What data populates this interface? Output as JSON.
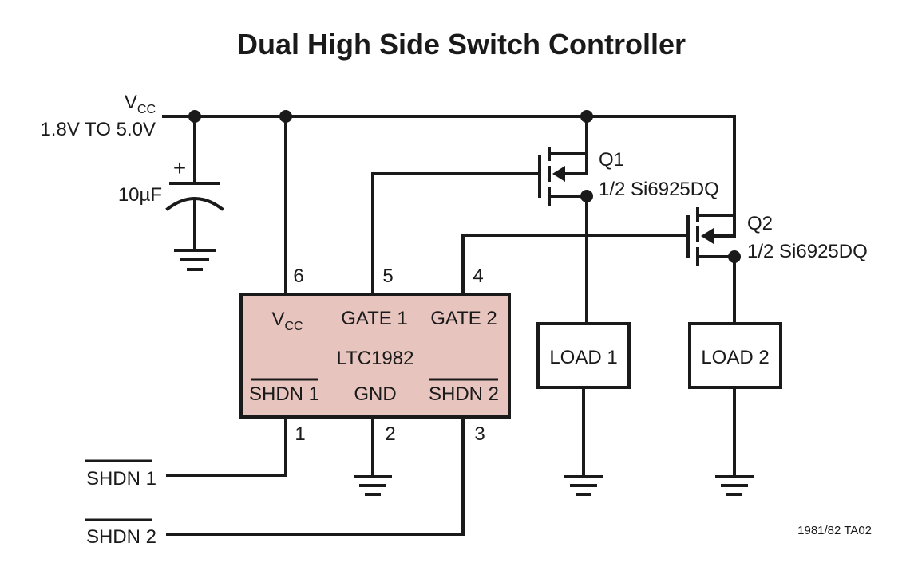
{
  "title": "Dual High Side Switch Controller",
  "vcc": {
    "label": "V",
    "label_sub": "CC",
    "range": "1.8V TO 5.0V"
  },
  "capacitor": {
    "plus": "+",
    "value": "10µF"
  },
  "ic": {
    "name": "LTC1982",
    "fill_color": "#e8c4be",
    "pins": {
      "vcc": {
        "number": "6",
        "label": "V",
        "label_sub": "CC"
      },
      "gate1": {
        "number": "5",
        "label": "GATE 1"
      },
      "gate2": {
        "number": "4",
        "label": "GATE 2"
      },
      "shdn1": {
        "number": "1",
        "label": "SHDN 1"
      },
      "gnd": {
        "number": "2",
        "label": "GND"
      },
      "shdn2": {
        "number": "3",
        "label": "SHDN 2"
      }
    }
  },
  "q1": {
    "ref": "Q1",
    "part": "1/2 Si6925DQ"
  },
  "q2": {
    "ref": "Q2",
    "part": "1/2 Si6925DQ"
  },
  "load1": "LOAD 1",
  "load2": "LOAD 2",
  "inputs": {
    "shdn1": "SHDN 1",
    "shdn2": "SHDN 2"
  },
  "figure_id": "1981/82 TA02"
}
